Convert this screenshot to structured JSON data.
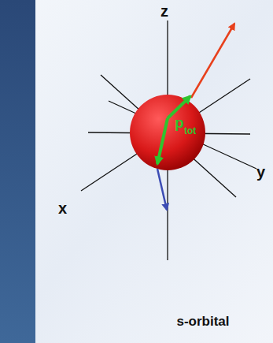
{
  "diagram": {
    "labels": [
      "z",
      "x",
      "y",
      "p",
      "tot",
      "s-orbital"
    ]
  }
}
